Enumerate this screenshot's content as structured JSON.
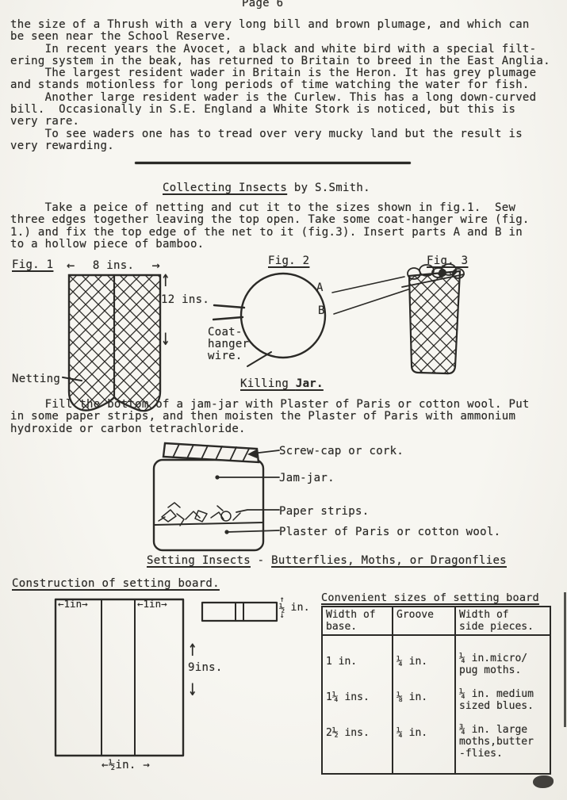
{
  "colors": {
    "paper": "#f5f3ee",
    "ink": "#2b2a27"
  },
  "icons": {
    "arrow_left": "←",
    "arrow_right": "→",
    "arrow_up": "↑",
    "arrow_down": "↓"
  },
  "page": {
    "number": "Page 6"
  },
  "intro": {
    "lines": [
      "the size of a Thrush with a very long bill and brown plumage, and which can",
      "be seen near the School Reserve.",
      "     In recent years the Avocet, a black and white bird with a special filt-",
      "ering system in the beak, has returned to Britain to breed in the East Anglia.",
      "     The largest resident wader in Britain is the Heron. It has grey plumage",
      "and stands motionless for long periods of time watching the water for fish.",
      "     Another large resident wader is the Curlew. This has a long down-curved",
      "bill.  Occasionally in S.E. England a White Stork is noticed, but this is",
      "very rare.",
      "     To see waders one has to tread over very mucky land but the result is",
      "very rewarding."
    ]
  },
  "collecting": {
    "heading": "Collecting Insects",
    "byline": "  by S.Smith.",
    "lines": [
      "     Take a peice of netting and cut it to the sizes shown in fig.1.  Sew",
      "three edges together leaving the top open. Take some coat-hanger wire (fig.",
      "1.) and fix the top edge of the net to it (fig.3). Insert parts A and B in",
      "to a hollow piece of bamboo."
    ]
  },
  "fig1": {
    "label": "Fig. 1",
    "width_dim": "8 ins.",
    "height_dim": "12 ins.",
    "netting_label": "Netting"
  },
  "fig2": {
    "label": "Fig. 2",
    "wire_label": "Coat-\nhanger\nwire."
  },
  "fig3": {
    "label": "Fig. 3",
    "part_a": "A",
    "part_b": "B"
  },
  "killing_jar": {
    "heading_word1": "Killing ",
    "heading_word2": "Jar.",
    "lines": [
      "     Fill the bottom of a jam-jar with Plaster of Paris or cotton wool. Put",
      "in some paper strips, and then moisten the Plaster of Paris with ammonium",
      "hydroxide or carbon tetrachloride."
    ],
    "labels": {
      "cap": "Screw-cap or cork.",
      "jar": "Jam-jar.",
      "paper": "Paper strips.",
      "plaster": "Plaster of Paris or cotton wool."
    }
  },
  "setting": {
    "heading_part1": "Setting Insects",
    "heading_dash": " - ",
    "heading_part2": "Butterflies, Moths, or Dragonflies",
    "construction_heading": "Construction of setting board."
  },
  "board": {
    "top_left_dim": "←1in→",
    "top_right_dim": "←1in→",
    "height_dim": "9ins.",
    "bottom_dim": "←½in. →",
    "thickness_fraction": "½",
    "thickness_unit": "in."
  },
  "size_table": {
    "title": "Convenient sizes of setting board",
    "headers": [
      "Width of\nbase.",
      "Groove",
      "Width of\nside pieces."
    ],
    "rows": [
      [
        "1 in.",
        "¼ in.",
        "¼ in.micro/\npug moths."
      ],
      [
        "1¼ ins.",
        "⅛ in.",
        "¼ in. medium\nsized blues."
      ],
      [
        "2½ ins.",
        "¼ in.",
        "¾ in. large\nmoths,butter\n-flies."
      ]
    ]
  }
}
